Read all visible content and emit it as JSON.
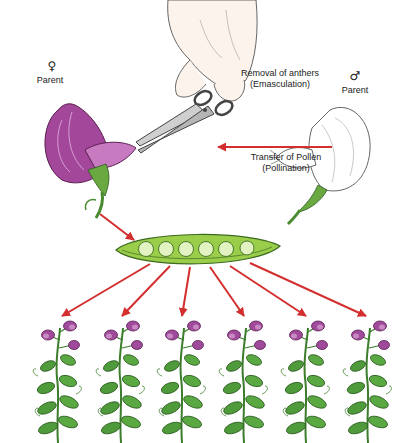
{
  "diagram": {
    "labels": [
      "♀",
      "Parent",
      "Removal of anthers (Emasculation)",
      "♂",
      "Parent",
      "Transfer of Pollen (Pollination)"
    ]
  }
}
